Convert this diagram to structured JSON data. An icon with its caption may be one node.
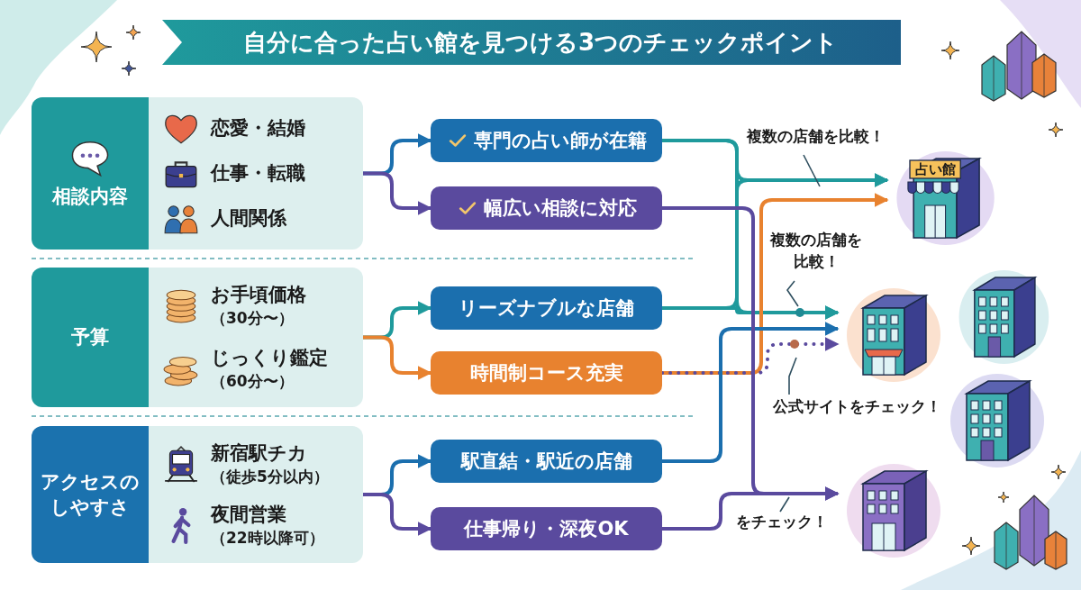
{
  "diagram": {
    "title": "自分に合った占い館を見つける3つのチェックポイント",
    "nodes": [
      {
        "text": [
          "相談内容"
        ]
      },
      {
        "text": [
          "恋愛・結婚"
        ],
        "in": 0
      },
      {
        "text": [
          "仕事・転職"
        ],
        "in": 0
      },
      {
        "text": [
          "人間関係"
        ],
        "in": 0
      },
      {
        "text": [
          "予算"
        ]
      },
      {
        "text": [
          "お手頃価格",
          "（30分〜）"
        ],
        "in": 4
      },
      {
        "text": [
          "じっくり鑑定",
          "（60分〜）"
        ],
        "in": 4
      },
      {
        "text": [
          "アクセスのしやすさ"
        ]
      },
      {
        "text": [
          "新宿駅チカ",
          "（徒歩5分以内）"
        ],
        "in": 7
      },
      {
        "text": [
          "夜間営業",
          "（22時以降可）"
        ],
        "in": 7
      },
      {
        "text": [
          "専門の占い師が在籍"
        ]
      },
      {
        "text": [
          "幅広い相談に対応"
        ]
      },
      {
        "text": [
          "リーズナブルな店舗"
        ]
      },
      {
        "text": [
          "時間制コース充実"
        ]
      },
      {
        "text": [
          "駅直結・駅近の店舗"
        ]
      },
      {
        "text": [
          "仕事帰り・深夜OK"
        ]
      },
      {
        "text": [
          "占い館"
        ]
      },
      {
        "text": [],
        "shape": "picture"
      },
      {
        "text": [],
        "shape": "picture"
      },
      {
        "text": [],
        "shape": "picture"
      },
      {
        "text": [],
        "shape": "picture"
      },
      {
        "text": [
          "複数の店舗を比較！"
        ]
      },
      {
        "text": [
          "複数の店舗を比較！"
        ]
      },
      {
        "text": [
          "公式サイトをチェック！"
        ]
      },
      {
        "text": [
          "をチェック！"
        ]
      }
    ],
    "edges": [
      {
        "from": 0,
        "to": 10,
        "arrow": "to",
        "color": "#1b6fae"
      },
      {
        "from": 0,
        "to": 11,
        "arrow": "to",
        "color": "#5a4a9e"
      },
      {
        "from": 4,
        "to": 12,
        "arrow": "to"
      },
      {
        "from": 4,
        "to": 13,
        "arrow": "to",
        "color": "#e8822f"
      },
      {
        "from": 7,
        "to": 14,
        "arrow": "to",
        "color": "#1b6fae"
      },
      {
        "from": 7,
        "to": 15,
        "arrow": "to",
        "color": "#5a4a9e"
      },
      {
        "from": 10,
        "to": 16,
        "arrow": "to"
      },
      {
        "from": 10,
        "to": 17,
        "arrow": "to"
      },
      {
        "from": 12,
        "to": 16,
        "arrow": "to"
      },
      {
        "from": 12,
        "to": 17,
        "arrow": "to"
      },
      {
        "from": 13,
        "to": 16,
        "arrow": "to",
        "color": "#e8822f"
      },
      {
        "from": 13,
        "to": 17,
        "arrow": "to",
        "style": "dashed",
        "color": "#5a4a9e"
      },
      {
        "from": 14,
        "to": 17,
        "arrow": "to",
        "color": "#1b6fae"
      },
      {
        "from": 11,
        "to": 20,
        "arrow": "to",
        "color": "#5a4a9e"
      },
      {
        "from": 15,
        "to": 20,
        "arrow": "to",
        "color": "#5a4a9e"
      },
      {
        "from": 21,
        "to": null,
        "arrow": "none",
        "color": "#2f4f5f"
      },
      {
        "from": 22,
        "to": null,
        "arrow": "none",
        "color": "#2f4f5f"
      },
      {
        "from": 23,
        "to": null,
        "arrow": "none",
        "color": "#2f4f5f"
      },
      {
        "from": 24,
        "to": null,
        "arrow": "none",
        "color": "#2f4f5f"
      }
    ]
  }
}
